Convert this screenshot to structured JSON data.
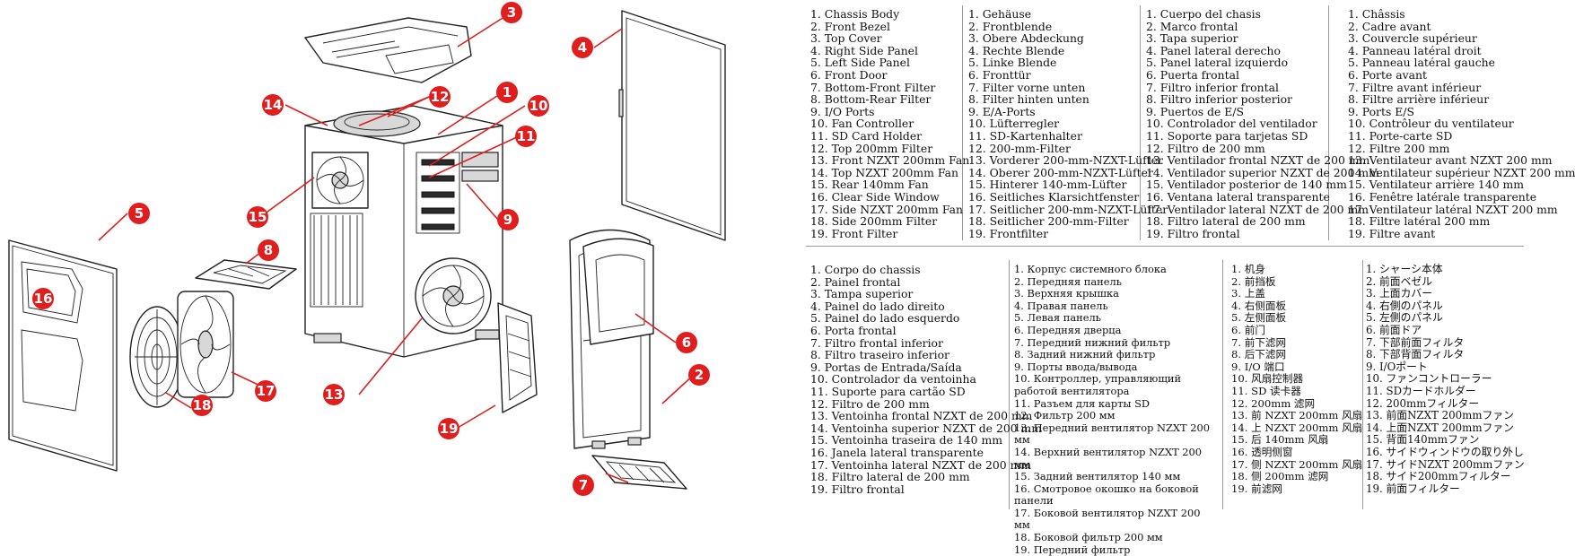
{
  "diagram": {
    "callouts": [
      "1",
      "2",
      "3",
      "4",
      "5",
      "6",
      "7",
      "8",
      "9",
      "10",
      "11",
      "12",
      "13",
      "14",
      "15",
      "16",
      "17",
      "18",
      "19"
    ],
    "accent_color": "#e01e1e"
  },
  "legends": {
    "english": [
      "1. Chassis Body",
      "2. Front Bezel",
      "3. Top Cover",
      "4. Right Side Panel",
      "5. Left Side Panel",
      "6. Front Door",
      "7. Bottom-Front Filter",
      "8. Bottom-Rear Filter",
      "9. I/O Ports",
      "10. Fan Controller",
      "11. SD Card Holder",
      "12. Top 200mm Filter",
      "13. Front NZXT 200mm Fan",
      "14. Top NZXT 200mm Fan",
      "15. Rear 140mm Fan",
      "16. Clear Side Window",
      "17. Side NZXT 200mm Fan",
      "18. Side 200mm Filter",
      "19. Front Filter"
    ],
    "german": [
      "1. Gehäuse",
      "2. Frontblende",
      "3. Obere Abdeckung",
      "4. Rechte Blende",
      "5. Linke Blende",
      "6. Fronttür",
      "7. Filter vorne unten",
      "8. Filter hinten unten",
      "9. E/A-Ports",
      "10. Lüfterregler",
      "11. SD-Kartenhalter",
      "12. 200-mm-Filter",
      "13. Vorderer 200-mm-NZXT-Lüfter",
      "14. Oberer 200-mm-NZXT-Lüfter",
      "15. Hinterer 140-mm-Lüfter",
      "16. Seitliches Klarsichtfenster",
      "17. Seitlicher 200-mm-NZXT-Lüfter",
      "18. Seitlicher 200-mm-Filter",
      "19. Frontfilter"
    ],
    "spanish": [
      "1. Cuerpo del chasis",
      "2. Marco frontal",
      "3. Tapa superior",
      "4. Panel lateral derecho",
      "5. Panel lateral izquierdo",
      "6. Puerta frontal",
      "7. Filtro inferior frontal",
      "8. Filtro inferior posterior",
      "9. Puertos de E/S",
      "10. Controlador del ventilador",
      "11. Soporte para tarjetas SD",
      "12. Filtro de 200 mm",
      "13. Ventilador frontal NZXT de 200 mm",
      "14. Ventilador superior NZXT de 200 mm",
      "15. Ventilador posterior de 140 mm",
      "16. Ventana lateral transparente",
      "17. Ventilador lateral NZXT de 200 mm",
      "18. Filtro lateral de 200 mm",
      "19. Filtro frontal"
    ],
    "french": [
      "1. Châssis",
      "2. Cadre avant",
      "3. Couvercle supérieur",
      "4. Panneau latéral droit",
      "5. Panneau latéral gauche",
      "6. Porte avant",
      "7. Filtre avant inférieur",
      "8. Filtre arrière inférieur",
      "9. Ports E/S",
      "10. Contrôleur du ventilateur",
      "11. Porte-carte SD",
      "12. Filtre 200 mm",
      "13. Ventilateur avant NZXT 200 mm",
      "14. Ventilateur supérieur NZXT 200 mm",
      "15. Ventilateur arrière 140 mm",
      "16. Fenêtre latérale transparente",
      "17. Ventilateur latéral NZXT 200 mm",
      "18. Filtre latéral 200 mm",
      "19. Filtre avant"
    ],
    "portuguese": [
      "1. Corpo do chassis",
      "2. Painel frontal",
      "3. Tampa superior",
      "4. Painel do lado direito",
      "5. Painel do lado esquerdo",
      "6. Porta frontal",
      "7. Filtro frontal inferior",
      "8. Filtro traseiro inferior",
      "9. Portas de Entrada/Saída",
      "10. Controlador da ventoinha",
      "11. Suporte para cartão SD",
      "12. Filtro de 200 mm",
      "13. Ventoinha frontal NZXT de 200 mm",
      "14. Ventoinha superior NZXT de 200 mm",
      "15. Ventoinha traseira de 140 mm",
      "16. Janela lateral transparente",
      "17. Ventoinha lateral NZXT de 200 mm",
      "18. Filtro lateral de 200 mm",
      "19. Filtro frontal"
    ],
    "russian": [
      "1. Корпус системного блока",
      "2. Передняя панель",
      "3. Верхняя крышка",
      "4. Правая панель",
      "5. Левая панель",
      "6. Передняя дверца",
      "7. Передний нижний фильтр",
      "8. Задний нижний фильтр",
      "9. Порты ввода/вывода",
      "10. Контроллер, управляющий работой вентилятора",
      "11. Разъем для карты SD",
      "12. Фильтр 200 мм",
      "13. Передний вентилятор NZXT 200 мм",
      "14. Верхний вентилятор NZXT 200 мм",
      "15. Задний вентилятор 140 мм",
      "16. Смотровое окошко на боковой панели",
      "17. Боковой вентилятор NZXT 200 мм",
      "18. Боковой фильтр 200 мм",
      "19. Передний фильтр"
    ],
    "chinese": [
      "1.  机身",
      "2.  前挡板",
      "3.  上盖",
      "4.  右侧面板",
      "5.  左侧面板",
      "6.  前门",
      "7.  前下滤网",
      "8.  后下滤网",
      "9.  I/O 端口",
      "10.  风扇控制器",
      "11.  SD 读卡器",
      "12.  200mm 滤网",
      "13.  前 NZXT 200mm 风扇",
      "14.  上 NZXT 200mm 风扇",
      "15.  后 140mm 风扇",
      "16.  透明侧窗",
      "17.  侧 NZXT 200mm 风扇",
      "18.  侧 200mm 滤网",
      "19.  前滤网"
    ],
    "japanese": [
      "1. シャーシ本体",
      "2. 前面ベゼル",
      "3. 上面カバー",
      "4. 右側のパネル",
      "5. 左側のパネル",
      "6. 前面ドア",
      "7. 下部前面フィルタ",
      "8. 下部背面フィルタ",
      "9. I/Oポート",
      "10. ファンコントローラー",
      "11. SDカードホルダー",
      "12. 200mmフィルター",
      "13. 前面NZXT 200mmファン",
      "14. 上面NZXT 200mmファン",
      "15. 背面140mmファン",
      "16. サイドウィンドウの取り外し",
      "17. サイドNZXT 200mmファン",
      "18. サイド200mmフィルター",
      "19. 前面フィルター"
    ]
  }
}
